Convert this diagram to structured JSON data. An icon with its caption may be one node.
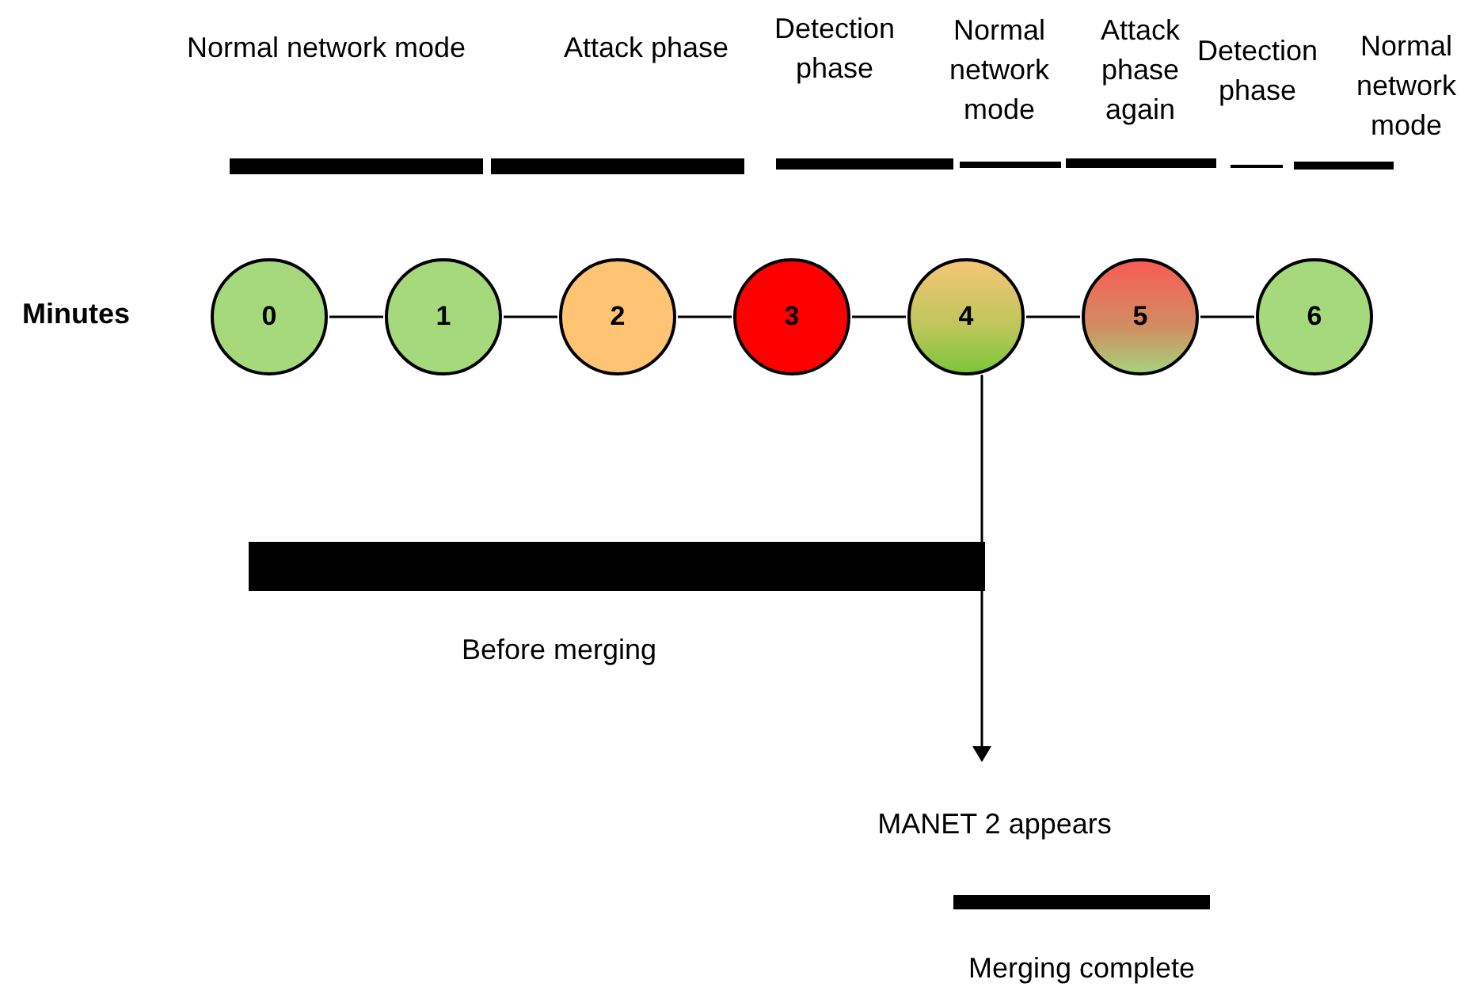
{
  "diagram": {
    "nodes": [
      {
        "text": [
          "0"
        ]
      },
      {
        "text": [
          "1"
        ]
      },
      {
        "text": [
          "2"
        ]
      },
      {
        "text": [
          "3"
        ]
      },
      {
        "text": [
          "4"
        ]
      },
      {
        "text": [
          "5"
        ]
      },
      {
        "text": [
          "6"
        ]
      },
      {
        "text": [
          "Normal network mode"
        ]
      },
      {
        "text": [
          "Attack phase"
        ]
      },
      {
        "text": [
          "Detection phase"
        ]
      },
      {
        "text": [
          "Normal network mode"
        ]
      },
      {
        "text": [
          "Attack phase again"
        ]
      },
      {
        "text": [
          "Detection phase"
        ]
      },
      {
        "text": [
          "Normal network mode"
        ]
      },
      {
        "text": [
          "Before merging"
        ]
      },
      {
        "text": [
          "MANET 2 appears"
        ]
      },
      {
        "text": [
          "Merging complete"
        ]
      }
    ],
    "edges": [
      {
        "from": 0,
        "to": 1,
        "arrow": "none"
      },
      {
        "from": 1,
        "to": 2,
        "arrow": "none"
      },
      {
        "from": 2,
        "to": 3,
        "arrow": "none"
      },
      {
        "from": 3,
        "to": 4,
        "arrow": "none"
      },
      {
        "from": 4,
        "to": 5,
        "arrow": "none"
      },
      {
        "from": 5,
        "to": 6,
        "arrow": "none"
      },
      {
        "from": 4,
        "to": 15,
        "arrow": "to"
      }
    ],
    "labels": [
      "Minutes"
    ]
  }
}
